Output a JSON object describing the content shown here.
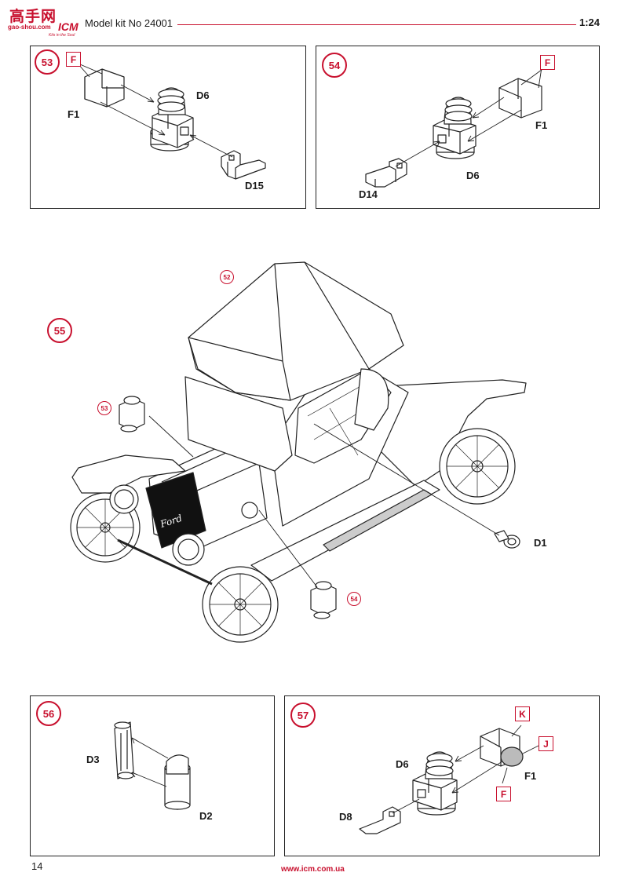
{
  "header": {
    "logo_cn": "高手网",
    "logo_url": "gao-shou.com",
    "logo_brand": "ICM",
    "logo_tagline": "Kits in the Soul",
    "title": "Model kit No 24001",
    "scale": "1:24"
  },
  "steps": {
    "s53": {
      "number": "53",
      "badges": [
        "F"
      ],
      "parts": [
        "F1",
        "D6",
        "D15"
      ]
    },
    "s54": {
      "number": "54",
      "badges": [
        "F"
      ],
      "parts": [
        "F1",
        "D6",
        "D14"
      ]
    },
    "s55": {
      "number": "55",
      "refs": [
        "52",
        "53",
        "54"
      ],
      "parts": [
        "D1"
      ],
      "emblem": "Ford"
    },
    "s56": {
      "number": "56",
      "parts": [
        "D3",
        "D2"
      ]
    },
    "s57": {
      "number": "57",
      "badges": [
        "K",
        "J",
        "F"
      ],
      "parts": [
        "D6",
        "F1",
        "D8"
      ]
    }
  },
  "footer": {
    "page_number": "14",
    "url": "www.icm.com.ua"
  },
  "colors": {
    "accent": "#c8102e",
    "line": "#222222"
  }
}
